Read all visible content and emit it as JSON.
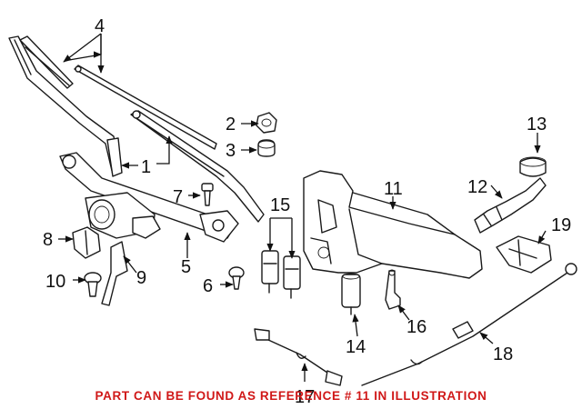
{
  "callouts": [
    {
      "id": "c1",
      "label": "1"
    },
    {
      "id": "c2",
      "label": "2"
    },
    {
      "id": "c3",
      "label": "3"
    },
    {
      "id": "c4",
      "label": "4"
    },
    {
      "id": "c5",
      "label": "5"
    },
    {
      "id": "c6",
      "label": "6"
    },
    {
      "id": "c7",
      "label": "7"
    },
    {
      "id": "c8",
      "label": "8"
    },
    {
      "id": "c9",
      "label": "9"
    },
    {
      "id": "c10",
      "label": "10"
    },
    {
      "id": "c11",
      "label": "11"
    },
    {
      "id": "c12",
      "label": "12"
    },
    {
      "id": "c13",
      "label": "13"
    },
    {
      "id": "c14",
      "label": "14"
    },
    {
      "id": "c15",
      "label": "15"
    },
    {
      "id": "c16",
      "label": "16"
    },
    {
      "id": "c17",
      "label": "17"
    },
    {
      "id": "c18",
      "label": "18"
    },
    {
      "id": "c19",
      "label": "19"
    }
  ],
  "footer": {
    "note": "PART CAN BE FOUND AS REFERENCE # 11 IN ILLUSTRATION",
    "color": "#d01818"
  }
}
